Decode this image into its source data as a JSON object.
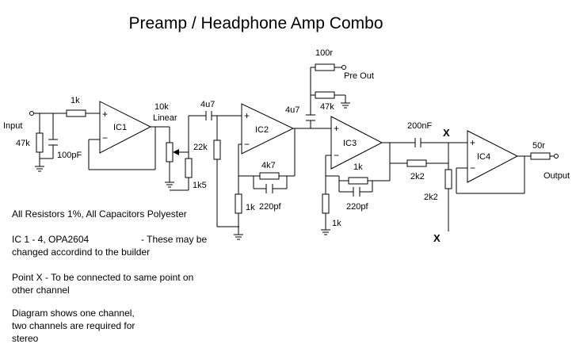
{
  "title": "Preamp / Headphone Amp Combo",
  "opamps": {
    "ic1": "IC1",
    "ic2": "IC2",
    "ic3": "IC3",
    "ic4": "IC4"
  },
  "labels": {
    "input": "Input",
    "r_in": "1k",
    "r_47k_in": "47k",
    "c_100pf": "100pF",
    "pot_value": "10k",
    "pot_type": "Linear",
    "r_22k": "22k",
    "r_1k5": "1k5",
    "c_4u7_a": "4u7",
    "r_ic2_bias": "",
    "r_4k7": "4k7",
    "c_220pf_a": "220pf",
    "r_1k_ic2": "1k",
    "c_4u7_b": "4u7",
    "r_100r": "100r",
    "pre_out": "Pre Out",
    "r_47k_out": "47k",
    "r_1k_ic3_fb": "1k",
    "c_220pf_b": "220pf",
    "r_1k_ic3": "1k",
    "c_200nf": "200nF",
    "point_x_top": "X",
    "point_x_bottom": "X",
    "r_2k2_series": "2k2",
    "r_2k2_shunt": "2k2",
    "r_50r": "50r",
    "output": "Output",
    "plus": "+",
    "minus": "−"
  },
  "notes": {
    "resistors": "All Resistors 1%, All Capacitors Polyester",
    "ic_line1": "IC 1 - 4, OPA2604",
    "ic_line1_note": "- These may be",
    "ic_line2": "changed accordind to the builder",
    "pointx_line1": "Point X - To be connected to same point on",
    "pointx_line2": "other channel",
    "diagram_line1": "Diagram shows one channel,",
    "diagram_line2": "two channels are required for",
    "diagram_line3": "stereo"
  }
}
